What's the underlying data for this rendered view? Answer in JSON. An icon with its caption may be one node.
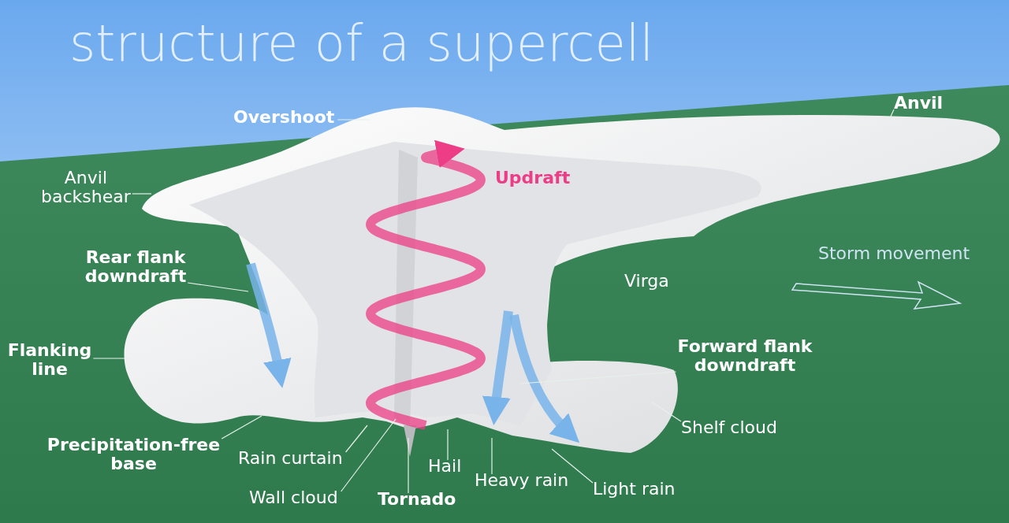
{
  "diagram": {
    "title": "structure of a supercell",
    "nodes": [
      {
        "text": [
          "Overshoot"
        ]
      },
      {
        "text": [
          "Anvil"
        ]
      },
      {
        "text": [
          "Anvil backshear"
        ]
      },
      {
        "text": [
          "Rear flank downdraft"
        ]
      },
      {
        "text": [
          "Flanking line"
        ]
      },
      {
        "text": [
          "Forward flank downdraft"
        ]
      },
      {
        "text": [
          "Precipitation-free base"
        ]
      },
      {
        "text": [
          "Rain curtain"
        ]
      },
      {
        "text": [
          "Wall cloud"
        ]
      },
      {
        "text": [
          "Tornado"
        ]
      },
      {
        "text": [
          "Hail"
        ]
      },
      {
        "text": [
          "Heavy rain"
        ]
      },
      {
        "text": [
          "Light rain"
        ]
      },
      {
        "text": [
          "Shelf cloud"
        ]
      }
    ],
    "edges": [
      {
        "from": 0,
        "to": null,
        "arrow": "none"
      },
      {
        "from": 1,
        "to": null,
        "arrow": "none"
      },
      {
        "from": 2,
        "to": null,
        "arrow": "none"
      },
      {
        "from": 3,
        "to": null,
        "arrow": "none"
      },
      {
        "from": 4,
        "to": null,
        "arrow": "none"
      },
      {
        "from": 5,
        "to": null,
        "arrow": "none"
      },
      {
        "from": 6,
        "to": null,
        "arrow": "none"
      },
      {
        "from": 7,
        "to": null,
        "arrow": "none"
      },
      {
        "from": 8,
        "to": null,
        "arrow": "none"
      },
      {
        "from": 9,
        "to": null,
        "arrow": "none"
      },
      {
        "from": 10,
        "to": null,
        "arrow": "none"
      },
      {
        "from": 11,
        "to": null,
        "arrow": "none"
      },
      {
        "from": 12,
        "to": null,
        "arrow": "none"
      },
      {
        "from": 13,
        "to": null,
        "arrow": "none"
      }
    ],
    "labels": [
      "Updraft",
      "Virga",
      "Storm movement"
    ]
  }
}
